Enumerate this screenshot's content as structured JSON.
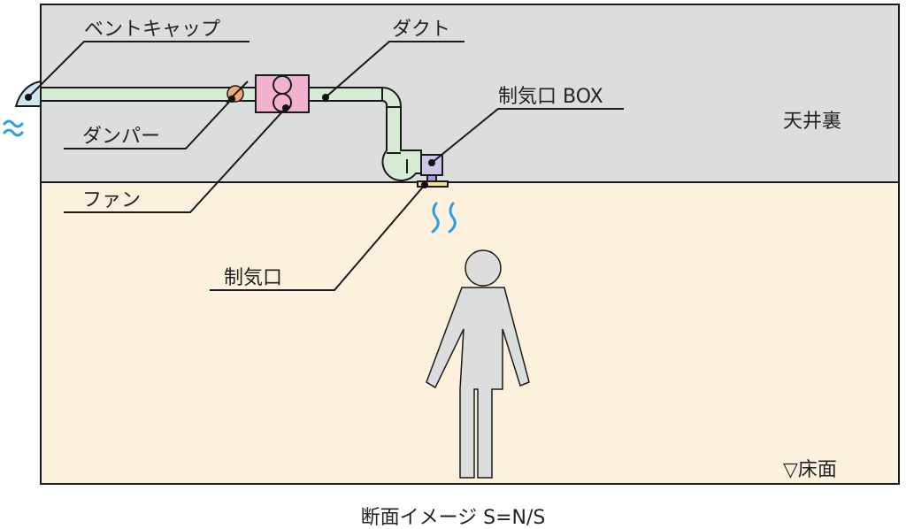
{
  "labels": {
    "vent_cap": "ベントキャップ",
    "duct": "ダクト",
    "damper": "ダンパー",
    "fan": "ファン",
    "diffuser_box": "制気口 BOX",
    "diffuser": "制気口",
    "ceiling_space": "天井裏",
    "floor": "▽床面"
  },
  "caption": "断面イメージ S=N/S",
  "colors": {
    "ceiling": "#dcdddd",
    "room": "#fdf0dc",
    "duct": "#d6ebd4",
    "fan": "#f2b1cf",
    "damper": "#f2a77c",
    "box": "#cbc6e6",
    "vent_cap": "#cfe7f3",
    "airflow": "#2aa1e2",
    "person": "#dcdddd"
  }
}
